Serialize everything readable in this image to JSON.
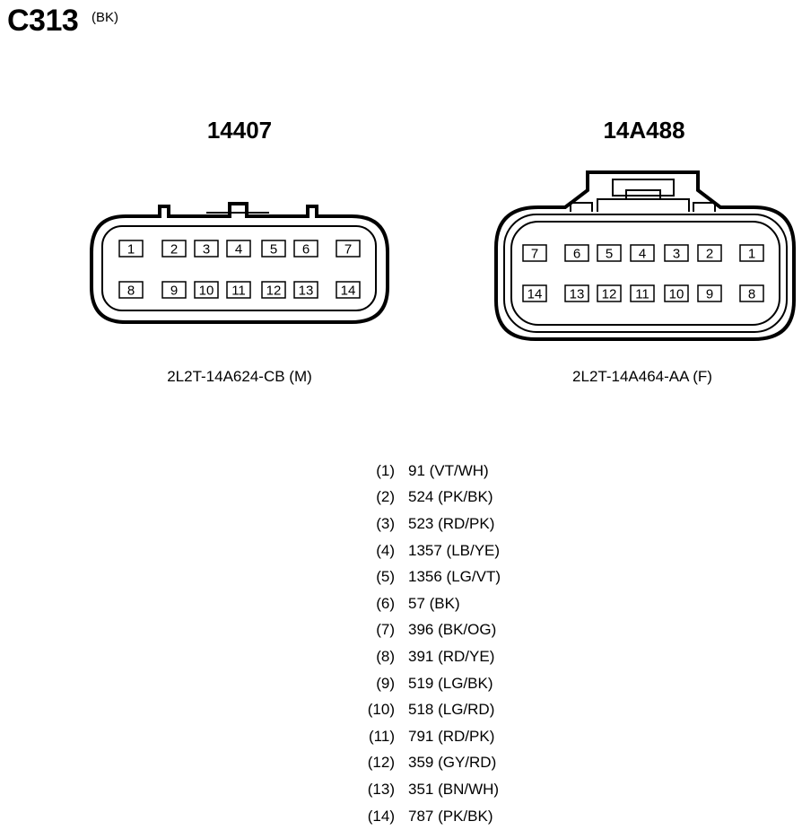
{
  "header": {
    "title": "C313",
    "color_code": "(BK)"
  },
  "connectors": [
    {
      "name": "14407",
      "part": "2L2T-14A624-CB (M)",
      "top_row": [
        "1",
        "2",
        "3",
        "4",
        "5",
        "6",
        "7"
      ],
      "bottom_row": [
        "8",
        "9",
        "10",
        "11",
        "12",
        "13",
        "14"
      ]
    },
    {
      "name": "14A488",
      "part": "2L2T-14A464-AA (F)",
      "top_row": [
        "7",
        "6",
        "5",
        "4",
        "3",
        "2",
        "1"
      ],
      "bottom_row": [
        "14",
        "13",
        "12",
        "11",
        "10",
        "9",
        "8"
      ]
    }
  ],
  "pinout": [
    {
      "pin": "(1)",
      "circuit": "91 (VT/WH)"
    },
    {
      "pin": "(2)",
      "circuit": "524 (PK/BK)"
    },
    {
      "pin": "(3)",
      "circuit": "523 (RD/PK)"
    },
    {
      "pin": "(4)",
      "circuit": "1357 (LB/YE)"
    },
    {
      "pin": "(5)",
      "circuit": "1356 (LG/VT)"
    },
    {
      "pin": "(6)",
      "circuit": "57 (BK)"
    },
    {
      "pin": "(7)",
      "circuit": "396 (BK/OG)"
    },
    {
      "pin": "(8)",
      "circuit": "391 (RD/YE)"
    },
    {
      "pin": "(9)",
      "circuit": "519 (LG/BK)"
    },
    {
      "pin": "(10)",
      "circuit": "518 (LG/RD)"
    },
    {
      "pin": "(11)",
      "circuit": "791 (RD/PK)"
    },
    {
      "pin": "(12)",
      "circuit": "359 (GY/RD)"
    },
    {
      "pin": "(13)",
      "circuit": "351 (BN/WH)"
    },
    {
      "pin": "(14)",
      "circuit": "787 (PK/BK)"
    }
  ]
}
